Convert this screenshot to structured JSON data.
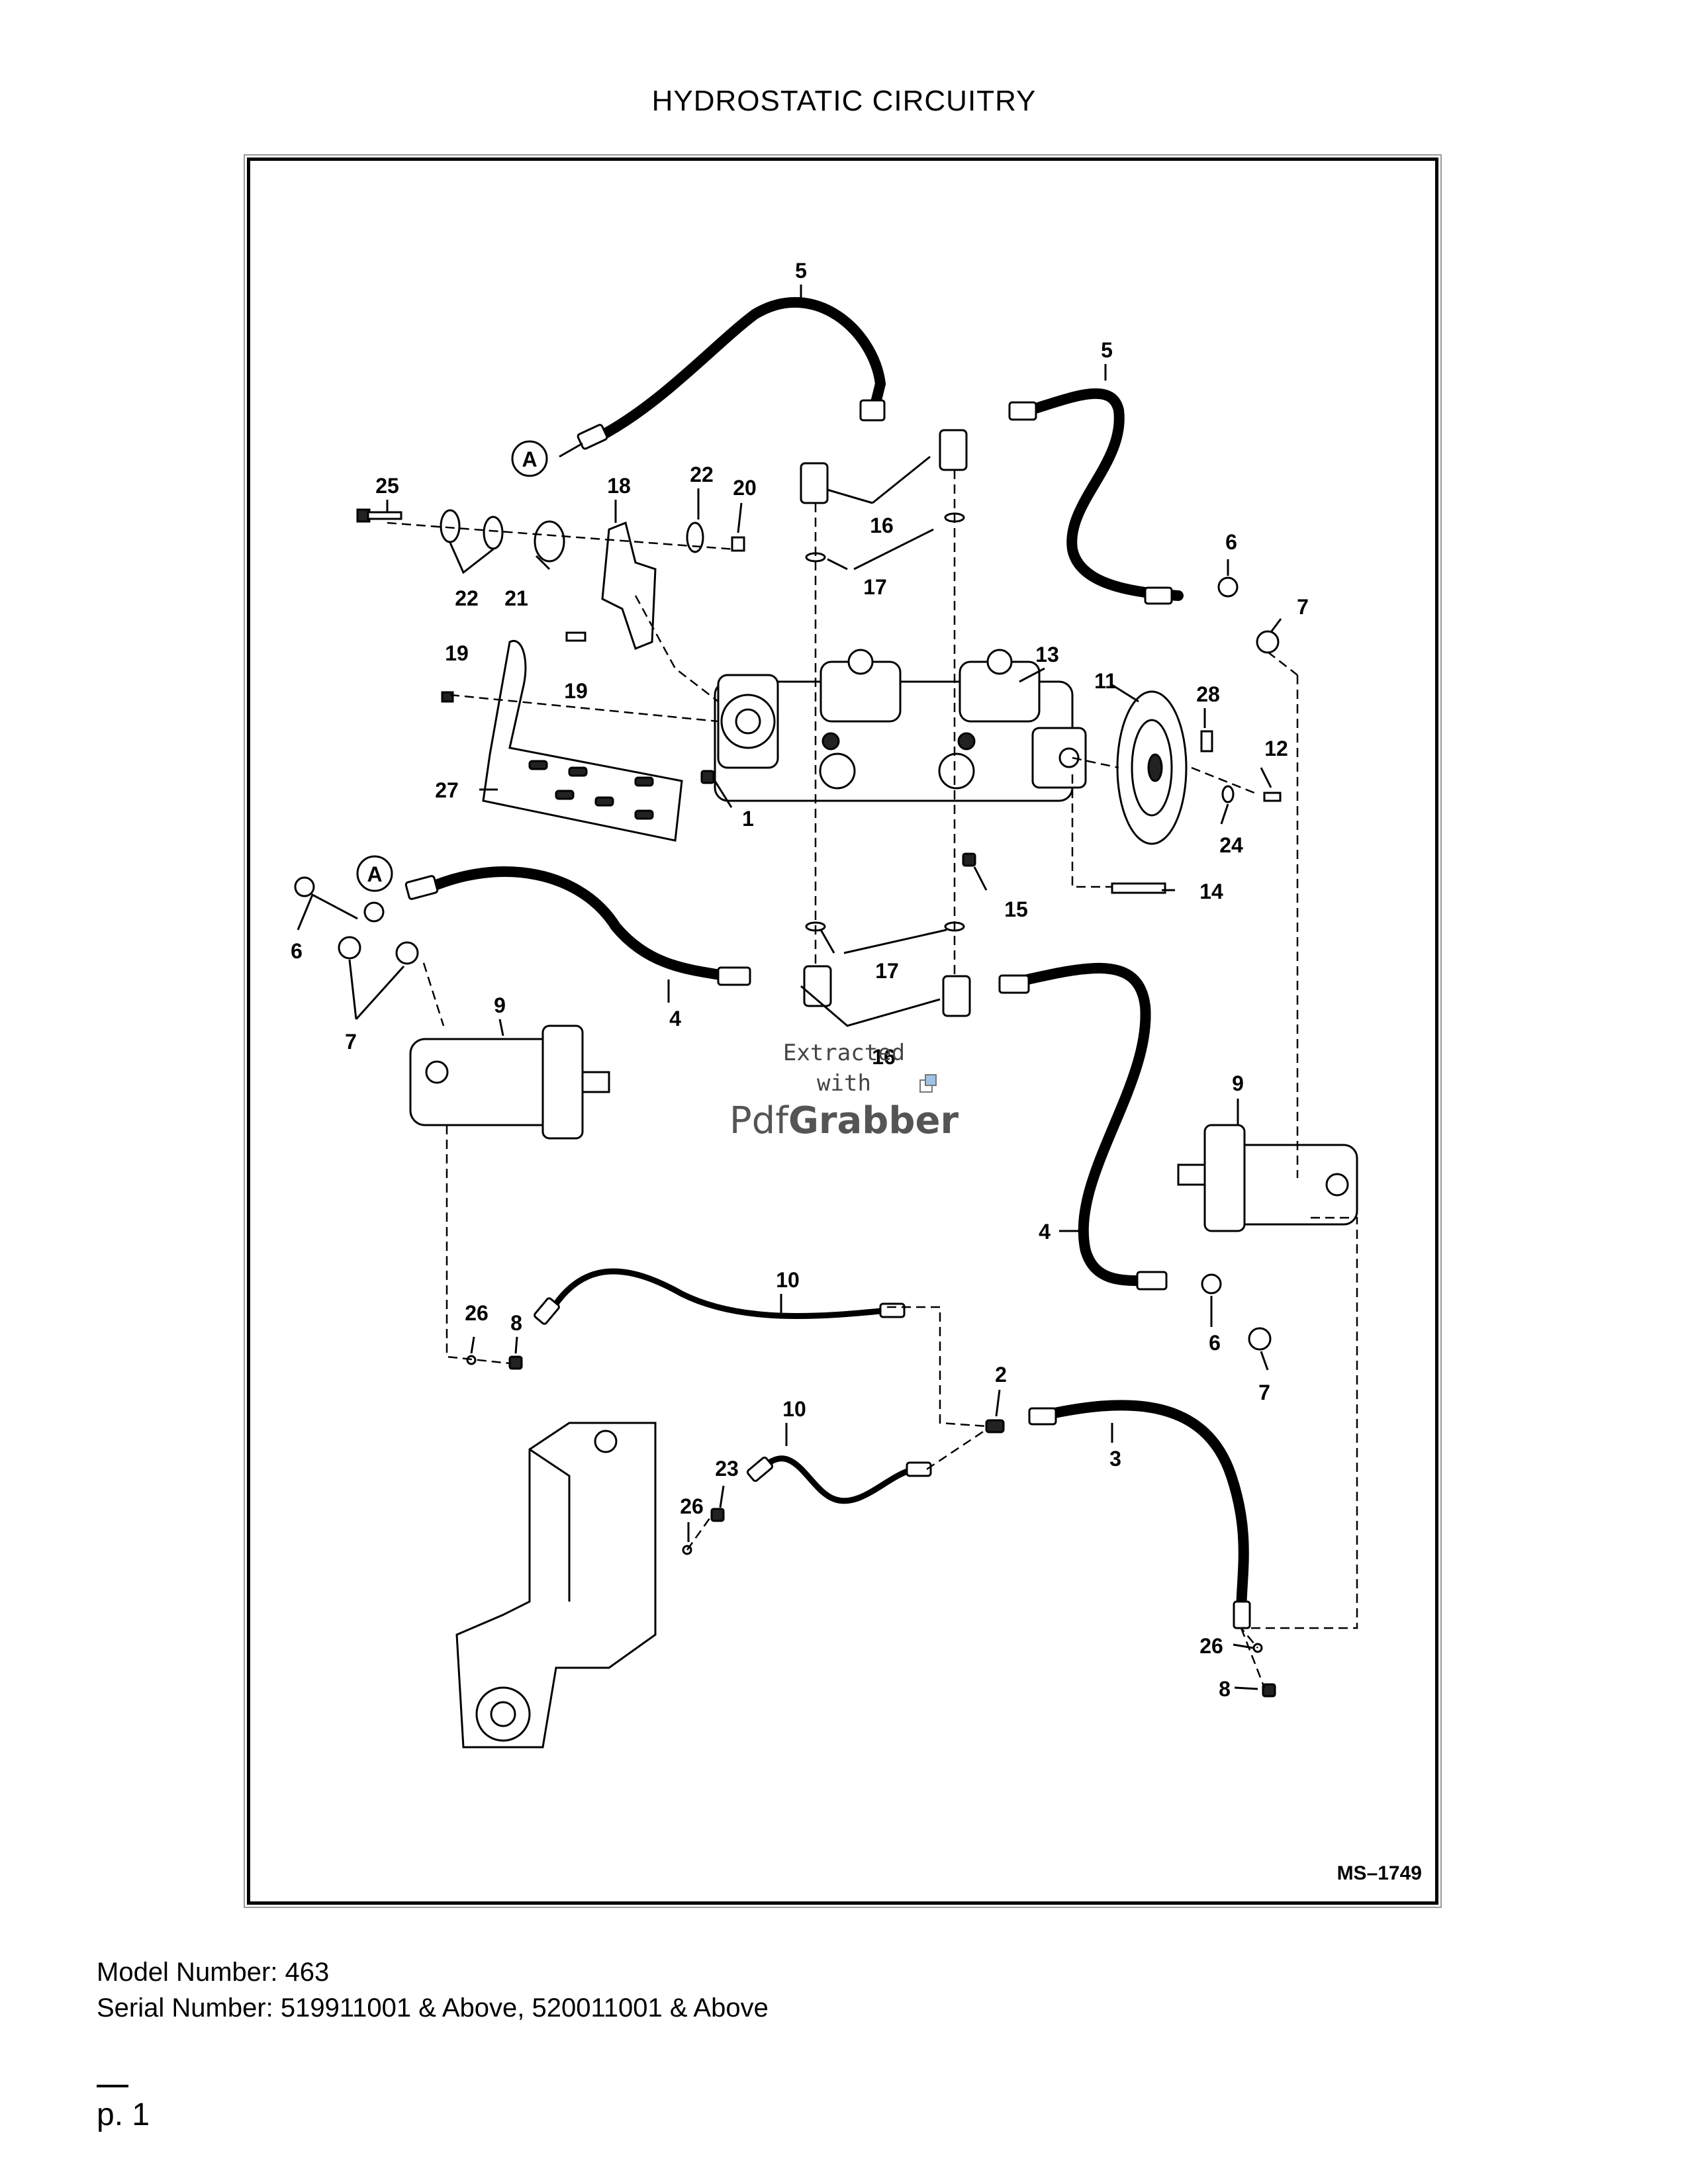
{
  "page": {
    "title": "HYDROSTATIC CIRCUITRY",
    "model_number": "Model Number: 463",
    "serial_number": "Serial Number: 519911001 & Above, 520011001 & Above",
    "page_number": "p. 1"
  },
  "diagram": {
    "drawing_id": "MS–1749",
    "watermark": [
      "Extracted",
      "with",
      "Pdf",
      "Grabber"
    ],
    "callouts": [
      {
        "key": "5a",
        "text": "5"
      },
      {
        "key": "5b",
        "text": "5"
      },
      {
        "key": "A1",
        "text": "A"
      },
      {
        "key": "A2",
        "text": "A"
      },
      {
        "key": "25",
        "text": "25"
      },
      {
        "key": "18",
        "text": "18"
      },
      {
        "key": "22a",
        "text": "22"
      },
      {
        "key": "20",
        "text": "20"
      },
      {
        "key": "22b",
        "text": "22"
      },
      {
        "key": "21",
        "text": "21"
      },
      {
        "key": "16a",
        "text": "16"
      },
      {
        "key": "17a",
        "text": "17"
      },
      {
        "key": "6a",
        "text": "6"
      },
      {
        "key": "7a",
        "text": "7"
      },
      {
        "key": "19a",
        "text": "19"
      },
      {
        "key": "19b",
        "text": "19"
      },
      {
        "key": "13",
        "text": "13"
      },
      {
        "key": "11",
        "text": "11"
      },
      {
        "key": "28",
        "text": "28"
      },
      {
        "key": "12",
        "text": "12"
      },
      {
        "key": "27",
        "text": "27"
      },
      {
        "key": "1",
        "text": "1"
      },
      {
        "key": "24",
        "text": "24"
      },
      {
        "key": "15",
        "text": "15"
      },
      {
        "key": "14",
        "text": "14"
      },
      {
        "key": "6b",
        "text": "6"
      },
      {
        "key": "7b",
        "text": "7"
      },
      {
        "key": "4a",
        "text": "4"
      },
      {
        "key": "17b",
        "text": "17"
      },
      {
        "key": "16b",
        "text": "16"
      },
      {
        "key": "9a",
        "text": "9"
      },
      {
        "key": "9b",
        "text": "9"
      },
      {
        "key": "4b",
        "text": "4"
      },
      {
        "key": "10a",
        "text": "10"
      },
      {
        "key": "26a",
        "text": "26"
      },
      {
        "key": "8a",
        "text": "8"
      },
      {
        "key": "6c",
        "text": "6"
      },
      {
        "key": "7c",
        "text": "7"
      },
      {
        "key": "2",
        "text": "2"
      },
      {
        "key": "3",
        "text": "3"
      },
      {
        "key": "10b",
        "text": "10"
      },
      {
        "key": "23",
        "text": "23"
      },
      {
        "key": "26b",
        "text": "26"
      },
      {
        "key": "26c",
        "text": "26"
      },
      {
        "key": "8b",
        "text": "8"
      }
    ]
  }
}
